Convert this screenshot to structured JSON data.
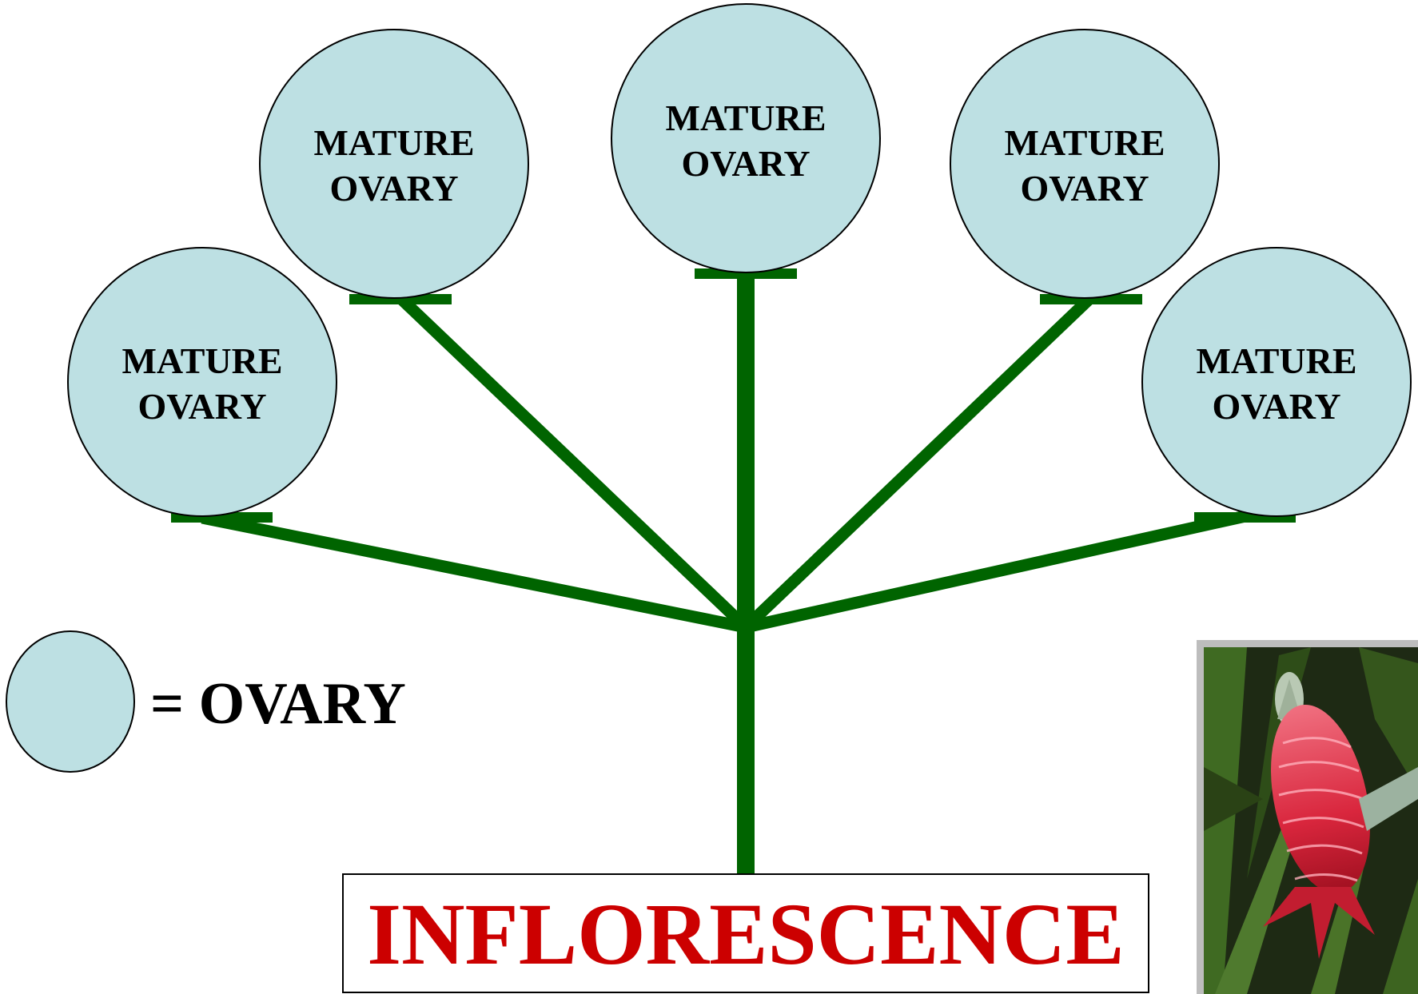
{
  "ovaries": [
    {
      "line1": "MATURE",
      "line2": "OVARY"
    },
    {
      "line1": "MATURE",
      "line2": "OVARY"
    },
    {
      "line1": "MATURE",
      "line2": "OVARY"
    },
    {
      "line1": "MATURE",
      "line2": "OVARY"
    },
    {
      "line1": "MATURE",
      "line2": "OVARY"
    }
  ],
  "legend": {
    "label": "= OVARY"
  },
  "title": {
    "text": "INFLORESCENCE"
  },
  "colors": {
    "ovary_fill": "#bde0e3",
    "stem": "#006400",
    "title_text": "#cc0000",
    "outline": "#000000"
  },
  "photo": {
    "icon": "red-bromeliad-flower-photo"
  }
}
